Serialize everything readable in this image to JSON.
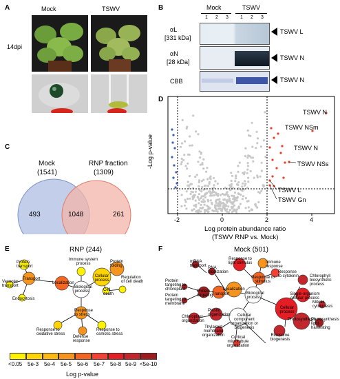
{
  "panelA": {
    "letter": "A",
    "col_mock": "Mock",
    "col_tswv": "TSWV",
    "row_label": "14dpi"
  },
  "panelB": {
    "letter": "B",
    "group_mock": "Mock",
    "group_tswv": "TSWV",
    "lanes": [
      "1",
      "2",
      "3",
      "1",
      "2",
      "3"
    ],
    "rows": [
      {
        "ab": "αL",
        "size": "[331 kDa]",
        "target": "TSWV L"
      },
      {
        "ab": "αN",
        "size": "[28 kDa]",
        "target": "TSWV N"
      },
      {
        "ab": "CBB",
        "size": "",
        "target": "TSWV N"
      }
    ]
  },
  "panelC": {
    "letter": "C",
    "set1_name": "Mock",
    "set1_total": "(1541)",
    "set2_name": "RNP fraction",
    "set2_total": "(1309)",
    "only1": "493",
    "both": "1048",
    "only2": "261",
    "colors": {
      "set1": "#b7c6e6",
      "set2": "#f3b4a8"
    }
  },
  "panelD": {
    "letter": "D",
    "ylabel": "-Log p-value",
    "xlabel_line1": "Log protein abundance ratio",
    "xlabel_line2": "(TSWV RNP vs. Mock)",
    "xticks": [
      "-2",
      "0",
      "2",
      "4"
    ],
    "annotations": [
      "TSWV N",
      "TSWV NSm",
      "TSWV N",
      "TSWV NSs",
      "TSWV L",
      "TSWV Gn"
    ],
    "colors": {
      "up": "#e8412a",
      "down": "#3b5fb8",
      "ns": "#c8c8c8"
    }
  },
  "panelE": {
    "letter": "E",
    "title": "RNP (244)",
    "nodes": [
      "Protein transport",
      "Immune system process",
      "Cellular process",
      "Protein folding",
      "Vacuolar transport",
      "Transport",
      "Localization",
      "Biological process",
      "Cell death",
      "Regulation of cell death",
      "Endocytosis",
      "Response to stress",
      "Response to oxidative stress",
      "Response to osmotic stress",
      "Defense response"
    ]
  },
  "panelF": {
    "letter": "F",
    "title": "Mock (501)",
    "nodes": [
      "mRNA transport",
      "RNA localization",
      "Response to light stimulus",
      "Immune response",
      "Response to stimulus",
      "Response to cytokinin",
      "Chlorophyll biosynthetic process",
      "Protein targeting to chloroplast",
      "Protein targeting",
      "Protein targeting to membrane",
      "Transport",
      "Localization",
      "Biological process",
      "Single-organism cellular process",
      "Cellular process",
      "Mitotic cytokinesis",
      "Chloroplast organization",
      "Plastid organization",
      "Cellular component organization or biogenesis",
      "Photosynthesis",
      "Photosynthesis light harvesting",
      "Thylakoid membrane organization",
      "Cortical microtubule organization",
      "Ribosome biogenesis"
    ]
  },
  "legend": {
    "labels": [
      "<0.05",
      "5e-3",
      "5e-4",
      "5e-5",
      "5e-6",
      "5e-7",
      "5e-8",
      "5e-9",
      "<5e-10"
    ],
    "colors": [
      "#fff200",
      "#ffd400",
      "#fdb813",
      "#f7941d",
      "#f26522",
      "#ef4136",
      "#e31e25",
      "#c1272d",
      "#9e1b1e"
    ],
    "title": "Log p-value"
  }
}
